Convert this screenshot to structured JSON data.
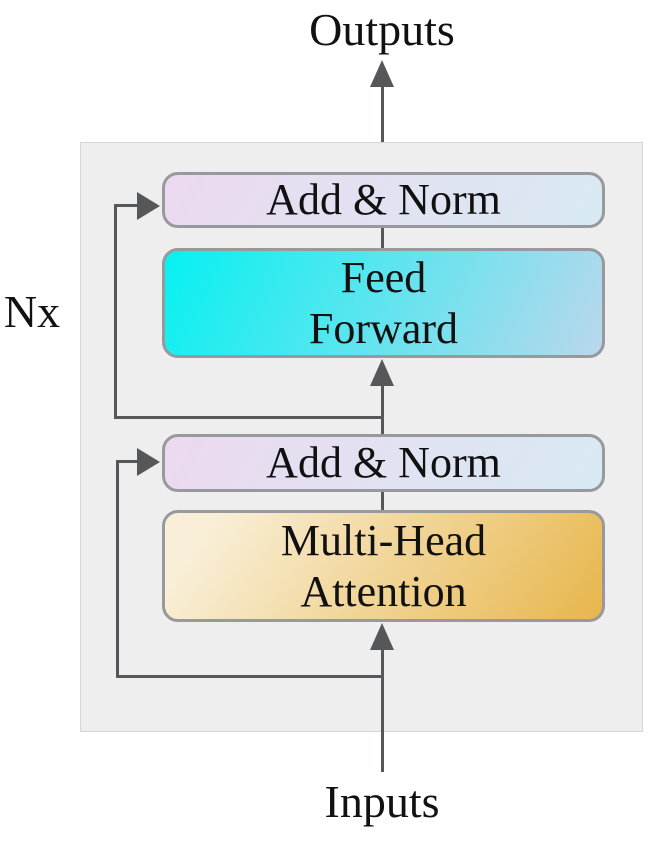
{
  "diagram": {
    "labels": {
      "outputs": "Outputs",
      "inputs": "Inputs",
      "multiplier": "Nx"
    },
    "blocks": [
      {
        "id": "add-norm-top",
        "label": "Add & Norm"
      },
      {
        "id": "feed-forward",
        "label": "Feed\nForward"
      },
      {
        "id": "add-norm-bottom",
        "label": "Add & Norm"
      },
      {
        "id": "multi-head-attention",
        "label": "Multi-Head\nAttention"
      }
    ]
  },
  "colors": {
    "line": "#56575a",
    "block_border": "#97999c",
    "container_bg": "#eeeeef",
    "container_border": "#d6d6d8",
    "text": "#111111",
    "add_norm": [
      "#ecd9f0",
      "#d8eaf3"
    ],
    "feed_forward": [
      "#06f1f1",
      "#bad7ec"
    ],
    "attention": [
      "#f9efd8",
      "#e7b64c"
    ]
  }
}
